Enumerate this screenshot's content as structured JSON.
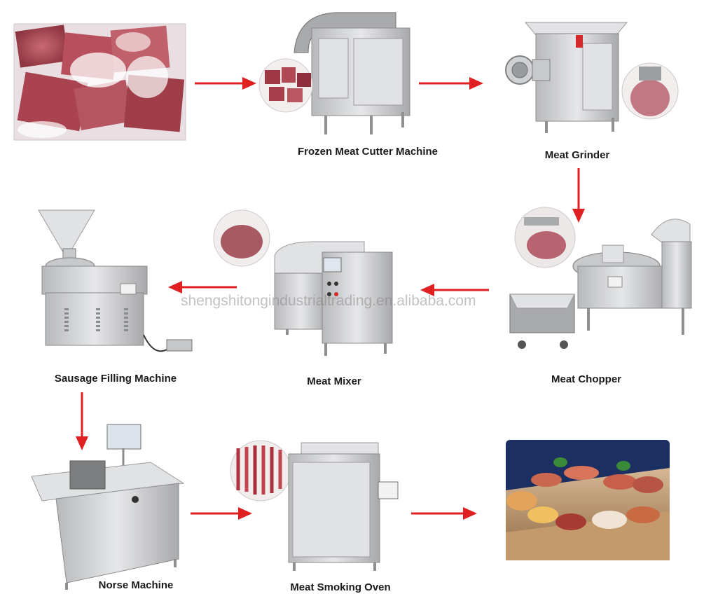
{
  "title": "",
  "watermark": "shengshitongindustrialtrading.en.alibaba.com",
  "steps": [
    {
      "id": "frozen-meat",
      "label": ""
    },
    {
      "id": "frozen-meat-cutter",
      "label": "Frozen Meat Cutter Machine"
    },
    {
      "id": "meat-grinder",
      "label": "Meat Grinder"
    },
    {
      "id": "meat-chopper",
      "label": "Meat Chopper"
    },
    {
      "id": "meat-mixer",
      "label": "Meat Mixer"
    },
    {
      "id": "sausage-filling",
      "label": "Sausage Filling Machine"
    },
    {
      "id": "norse-machine",
      "label": "Norse Machine"
    },
    {
      "id": "meat-smoking-oven",
      "label": "Meat Smoking Oven"
    },
    {
      "id": "sausage-products",
      "label": ""
    }
  ],
  "flow": [
    [
      "frozen-meat",
      "frozen-meat-cutter"
    ],
    [
      "frozen-meat-cutter",
      "meat-grinder"
    ],
    [
      "meat-grinder",
      "meat-chopper"
    ],
    [
      "meat-chopper",
      "meat-mixer"
    ],
    [
      "meat-mixer",
      "sausage-filling"
    ],
    [
      "sausage-filling",
      "norse-machine"
    ],
    [
      "norse-machine",
      "meat-smoking-oven"
    ],
    [
      "meat-smoking-oven",
      "sausage-products"
    ]
  ],
  "colors": {
    "arrow": "#e02020",
    "steel": "#c8c9cb",
    "meat": "#b5525c",
    "text": "#1a1a1a"
  }
}
